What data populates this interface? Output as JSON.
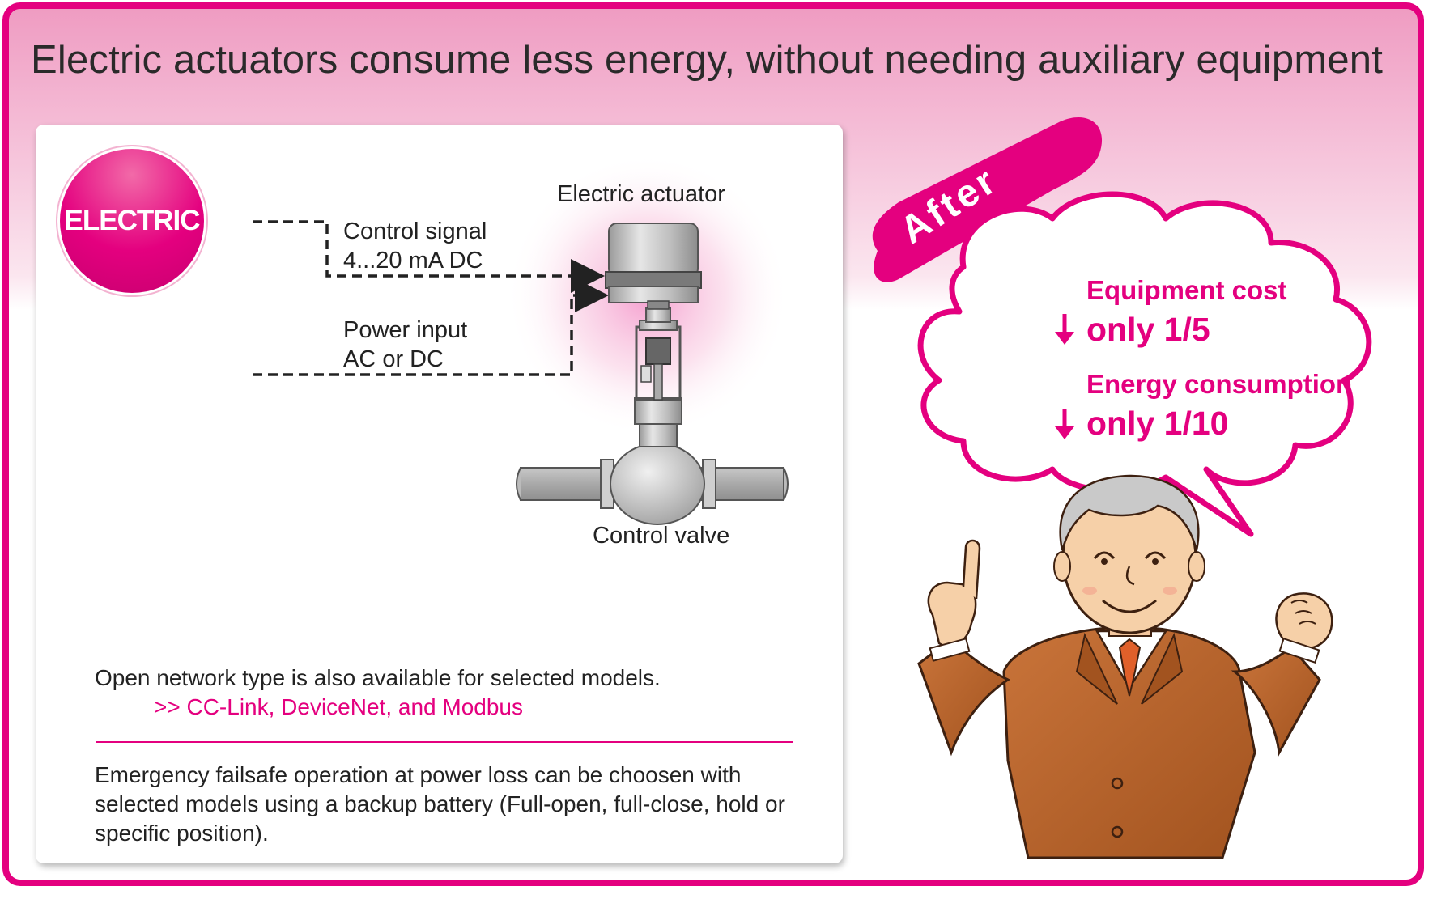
{
  "title": "Electric actuators consume less energy, without needing auxiliary equipment",
  "badge": "ELECTRIC",
  "diagram": {
    "actuator_label": "Electric actuator",
    "control_signal_line1": "Control signal",
    "control_signal_line2": "4...20 mA DC",
    "power_input_line1": "Power input",
    "power_input_line2": "AC or DC",
    "valve_label": "Control valve"
  },
  "notes": {
    "network_text": "Open network type is also available for selected models.",
    "network_link": ">> CC-Link, DeviceNet, and Modbus",
    "failsafe_text": "Emergency failsafe operation at power loss can be choosen with selected models using a backup battery (Full-open, full-close, hold or specific position)."
  },
  "after": {
    "label": "After",
    "equipment_cost_label": "Equipment cost",
    "equipment_cost_value": "only 1/5",
    "energy_label": "Energy consumption",
    "energy_value": "only 1/10"
  },
  "colors": {
    "accent": "#e4007f",
    "suit": "#b8622a",
    "text": "#222222"
  }
}
